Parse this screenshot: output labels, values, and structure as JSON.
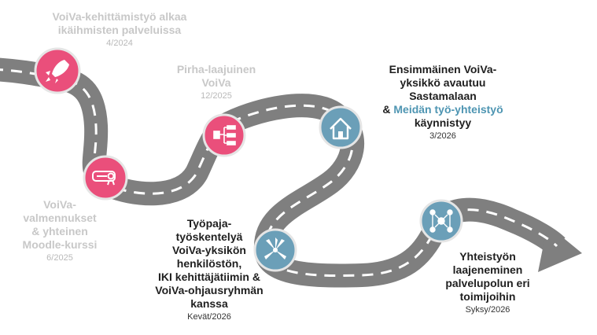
{
  "colors": {
    "road": "#7f7f7f",
    "road_dash": "#ffffff",
    "past_circle": "#ea4f7b",
    "future_circle": "#6b9fb8",
    "circle_ring": "#e5e5e5",
    "muted_text": "#c8c8c8",
    "dark_text": "#1f1f1f",
    "accent_text": "#4e95b2"
  },
  "milestones": [
    {
      "title_lines": [
        "VoiVa-kehittämistyö alkaa",
        "ikäihmisten palveluissa"
      ],
      "date": "4/2024",
      "icon": "rocket-icon",
      "status": "past"
    },
    {
      "title_lines": [
        "VoiVa-",
        "valmennukset",
        "& yhteinen",
        "Moodle-kurssi"
      ],
      "date": "6/2025",
      "icon": "certificate-icon",
      "status": "past"
    },
    {
      "title_lines": [
        "Pirha-laajuinen",
        "VoiVa"
      ],
      "date": "12/2025",
      "icon": "hierarchy-icon",
      "status": "past"
    },
    {
      "title_lines": [
        "Työpaja-",
        "työskentelyä",
        "VoiVa-yksikön",
        "henkilöstön,",
        "IKI kehittäjätiimin &",
        "VoiVa-ohjausryhmän",
        "kanssa"
      ],
      "date": "Kevät/2026",
      "icon": "collaboration-icon",
      "status": "future"
    },
    {
      "title_lines": [
        "Ensimmäinen VoiVa-",
        "yksikkö avautuu",
        "Sastamalaan"
      ],
      "title_prefix": "& ",
      "title_accent": "Meidän työ-yhteistyö",
      "title_suffix": "käynnistyy",
      "date": "3/2026",
      "icon": "home-icon",
      "status": "future"
    },
    {
      "title_lines": [
        "Yhteistyön",
        "laajeneminen",
        "palvelupolun eri",
        "toimijoihin"
      ],
      "date": "Syksy/2026",
      "icon": "network-icon",
      "status": "future"
    }
  ]
}
